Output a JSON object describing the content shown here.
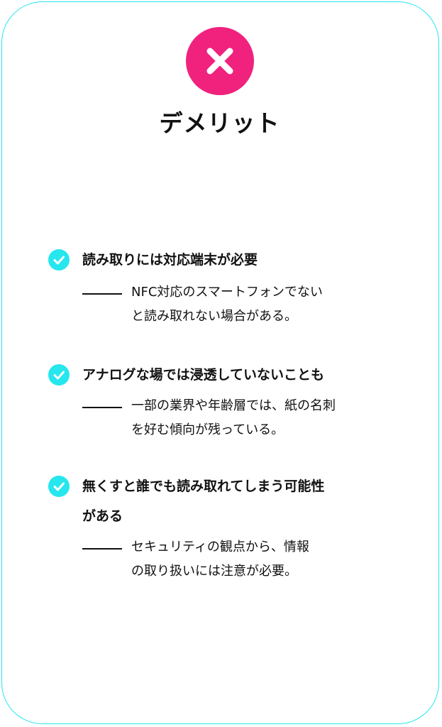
{
  "colors": {
    "accent_cyan": "#26e6ee",
    "badge_pink": "#f0227e",
    "text": "#111111"
  },
  "header": {
    "icon": "close-x-icon",
    "title": "デメリット"
  },
  "items": [
    {
      "icon": "check-icon",
      "heading_lines": [
        "読み取りには対応端末が必要"
      ],
      "desc_lines": [
        "NFC対応のスマートフォンでない",
        "と読み取れない場合がある。"
      ]
    },
    {
      "icon": "check-icon",
      "heading_lines": [
        "アナログな場では浸透していないことも"
      ],
      "desc_lines": [
        "一部の業界や年齢層では、紙の名刺",
        "を好む傾向が残っている。"
      ]
    },
    {
      "icon": "check-icon",
      "heading_lines": [
        "無くすと誰でも読み取れてしまう可能性",
        "がある"
      ],
      "desc_lines": [
        "セキュリティの観点から、情報",
        "の取り扱いには注意が必要。"
      ]
    }
  ]
}
